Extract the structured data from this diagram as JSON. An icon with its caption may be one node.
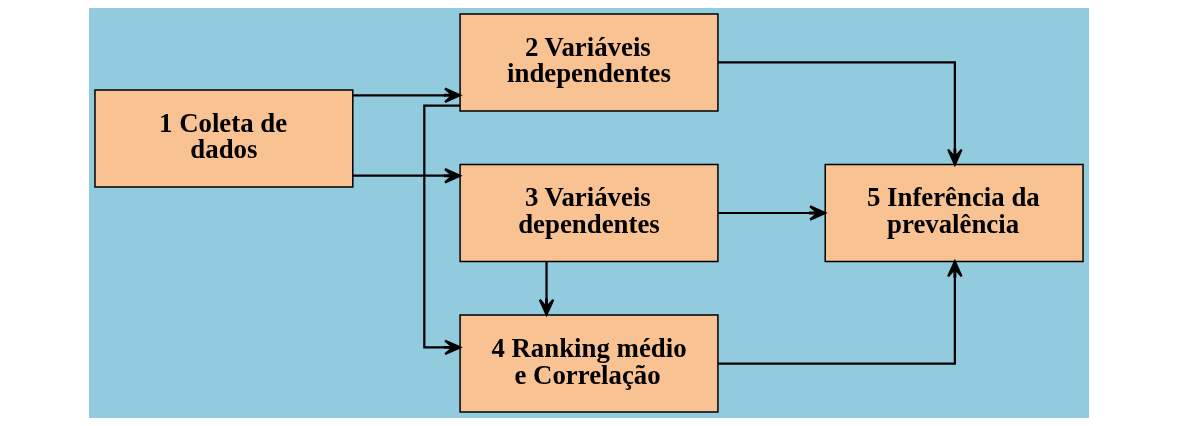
{
  "diagram": {
    "nodes": [
      {
        "text": [
          "1 Coleta de dados"
        ]
      },
      {
        "text": [
          "2 Variáveis independentes"
        ]
      },
      {
        "text": [
          "3 Variáveis dependentes"
        ]
      },
      {
        "text": [
          "4 Ranking médio e Correlação"
        ]
      },
      {
        "text": [
          "5 Inferência da prevalência"
        ]
      }
    ],
    "edges": [
      {
        "from": 0,
        "to": 1,
        "arrow": "to"
      },
      {
        "from": 0,
        "to": 2,
        "arrow": "to"
      },
      {
        "from": 1,
        "to": 3,
        "arrow": "to"
      },
      {
        "from": 2,
        "to": 3,
        "arrow": "to"
      },
      {
        "from": 1,
        "to": 4,
        "arrow": "to"
      },
      {
        "from": 3,
        "to": 4,
        "arrow": "to"
      },
      {
        "from": 2,
        "to": 4,
        "arrow": "to"
      }
    ]
  }
}
